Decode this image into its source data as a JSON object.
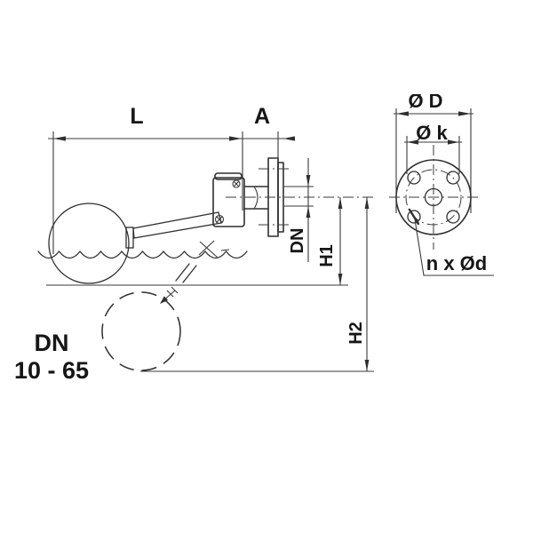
{
  "drawing": {
    "colors": {
      "background": "#ffffff",
      "line": "#2f2f2f",
      "text": "#161616"
    },
    "dimensions": {
      "length_label": "L",
      "lever_offset_label": "A",
      "flange_outer_diameter_label": "Ø D",
      "bolt_circle_diameter_label": "Ø k",
      "nominal_bore_label": "DN",
      "height1_label": "H1",
      "height2_label": "H2",
      "bolt_holes_label": "n x Ød"
    },
    "size_range": {
      "line1": "DN",
      "line2": "10 - 65"
    }
  }
}
